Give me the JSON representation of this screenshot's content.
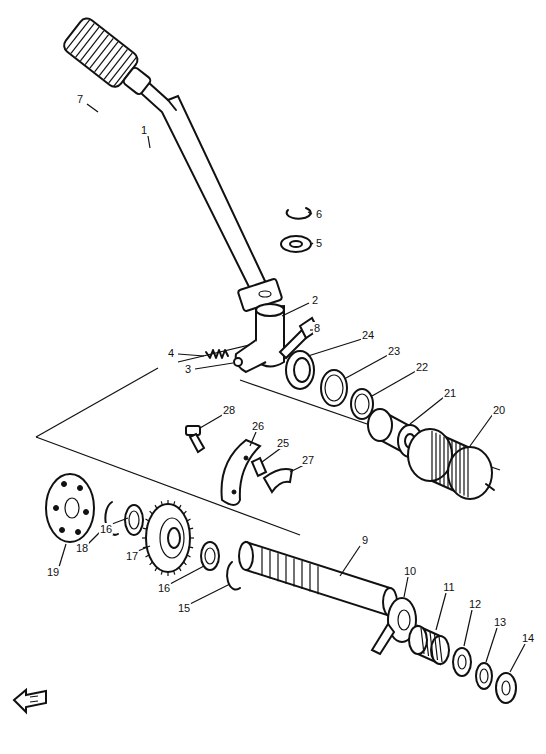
{
  "diagram": {
    "labels": [
      "7",
      "1",
      "6",
      "5",
      "2",
      "8",
      "4",
      "3",
      "24",
      "23",
      "22",
      "21",
      "20",
      "28",
      "26",
      "25",
      "27",
      "19",
      "18",
      "16",
      "17",
      "16",
      "15",
      "9",
      "10",
      "11",
      "12",
      "13",
      "14"
    ]
  }
}
